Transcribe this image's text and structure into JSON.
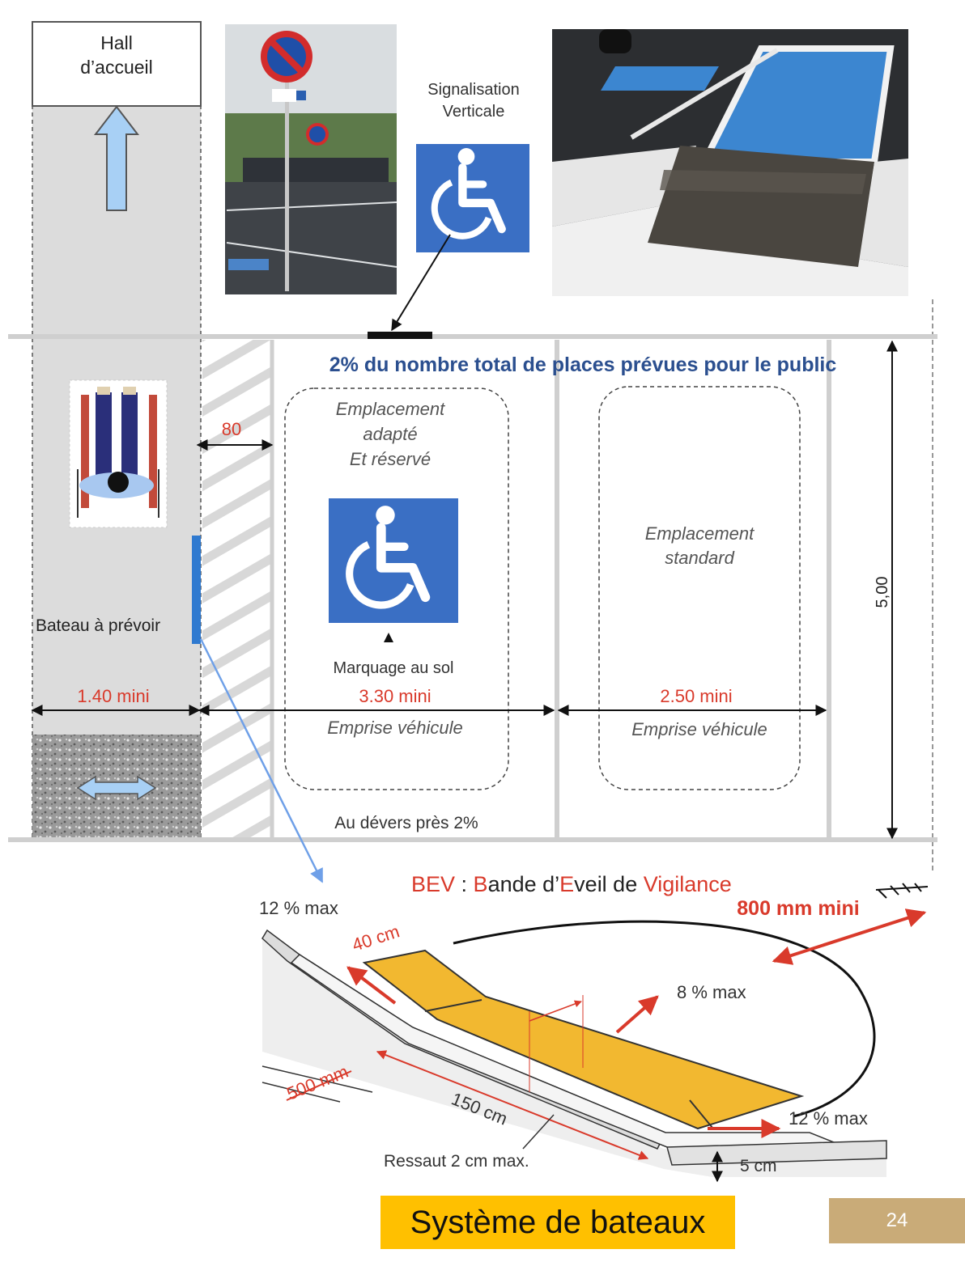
{
  "hall": {
    "line1": "Hall",
    "line2": "d’accueil"
  },
  "signalisation": {
    "line1": "Signalisation",
    "line2": "Verticale"
  },
  "icons": {
    "wheelchair": "wheelchair-icon",
    "no-parking-sign": "no-parking-sign-icon",
    "person-in-wheelchair": "person-in-wheelchair-icon"
  },
  "parking": {
    "headline": "2% du nombre total de places prévues pour le public",
    "adapted_line1": "Emplacement",
    "adapted_line2": "adapté",
    "adapted_line3": "Et réservé",
    "standard_line1": "Emplacement",
    "standard_line2": "standard",
    "ground_marking": "Marquage au sol",
    "bateau": "Bateau à prévoir",
    "dim_80": "80",
    "dim_140": "1.40 mini",
    "dim_330": "3.30 mini",
    "dim_250": "2.50 mini",
    "emprise_1": "Emprise véhicule",
    "emprise_2": "Emprise véhicule",
    "dim_500": "5,00",
    "devers": "Au dévers près 2%"
  },
  "bev": {
    "title_bev": "BEV",
    "title_sep": " : ",
    "title_b": "B",
    "title_ande": "ande d’",
    "title_e": "E",
    "title_veil": "veil de ",
    "title_vig": "Vigilance",
    "mini800": "800 mm mini",
    "max12_left": "12 % max",
    "max8": "8 % max",
    "max12_right": "12 % max",
    "cm40": "40 cm",
    "mm500": "500 mm",
    "cm150": "150 cm",
    "ressaut": "Ressaut 2 cm max.",
    "cm5": "5 cm"
  },
  "footer": {
    "title": "Système de bateaux",
    "page": "24"
  },
  "colors": {
    "red": "#d93a2b",
    "blue": "#2b5fa8",
    "sign_blue": "#3a6fc4",
    "yellow": "#f2b830",
    "gold": "#ffc000"
  }
}
